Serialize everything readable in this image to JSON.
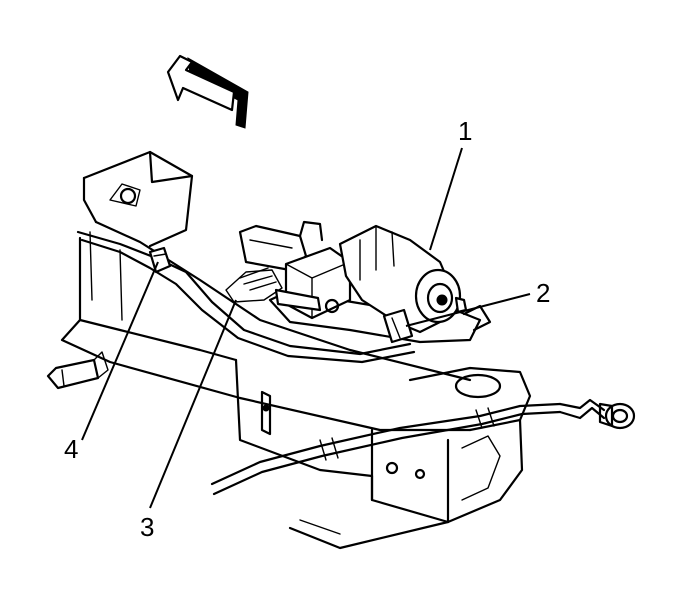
{
  "callouts": [
    {
      "id": "1",
      "label": "1"
    },
    {
      "id": "2",
      "label": "2"
    },
    {
      "id": "3",
      "label": "3"
    },
    {
      "id": "4",
      "label": "4"
    }
  ],
  "colors": {
    "ink": "#000000",
    "background": "#ffffff"
  },
  "icons": [
    "direction-arrow-icon"
  ]
}
